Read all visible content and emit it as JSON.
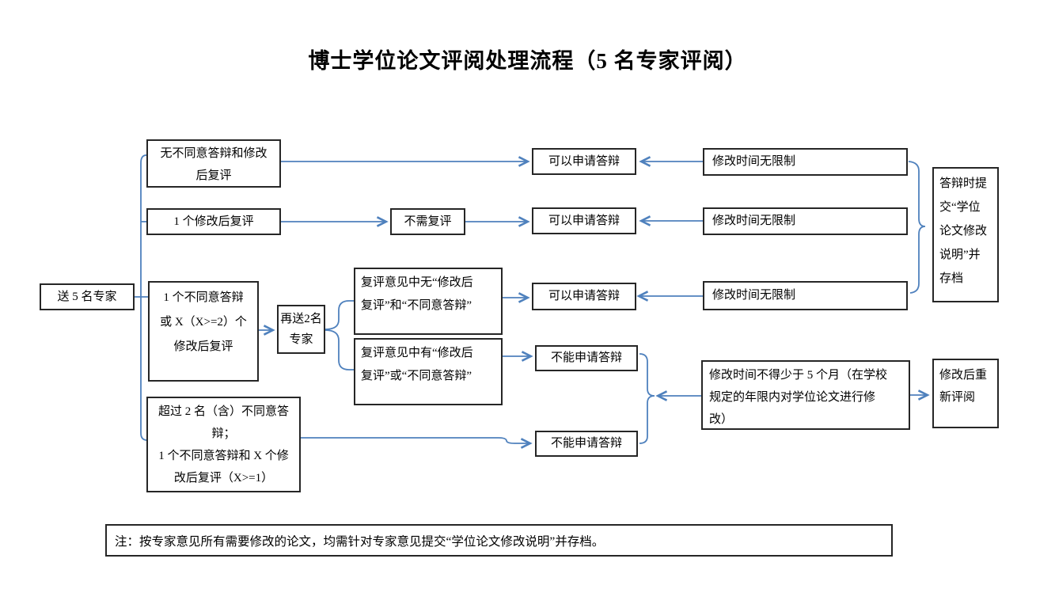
{
  "title": "博士学位论文评阅处理流程（5 名专家评阅）",
  "nodes": {
    "start": "送 5 名专家",
    "cond_none": "无不同意答辩和修改\n后复评",
    "cond_one_revise": "1 个修改后复评",
    "cond_one_disagree": "1 个不同意答辩\n或 X（X>=2）个\n修改后复评",
    "cond_over_two": "超过 2 名（含）不同意答\n辩；\n1 个不同意答辩和 X 个修\n改后复评（X>=1）",
    "resend": "再送2名\n专家",
    "no_review_needed": "不需复评",
    "review_no_negative": "复评意见中无“修改后\n复评”和“不同意答辩”",
    "review_has_negative": "复评意见中有“修改后\n复评”或“不同意答辩”",
    "can_apply_1": "可以申请答辩",
    "can_apply_2": "可以申请答辩",
    "can_apply_3": "可以申请答辩",
    "cannot_apply_1": "不能申请答辩",
    "cannot_apply_2": "不能申请答辩",
    "no_limit_1": "修改时间无限制",
    "no_limit_2": "修改时间无限制",
    "no_limit_3": "修改时间无限制",
    "five_months": "修改时间不得少于 5 个月（在学校\n规定的年限内对学位论文进行修\n改）",
    "submit_archive": "答辩时提\n交“学位\n论文修改\n说明”并\n存档",
    "re_review": "修改后重\n新评阅"
  },
  "note": "注：按专家意见所有需要修改的论文，均需针对专家意见提交“学位论文修改说明”并存档。",
  "colors": {
    "connector": "#4f81bd",
    "border": "#262626",
    "text": "#000000",
    "background": "#ffffff"
  }
}
